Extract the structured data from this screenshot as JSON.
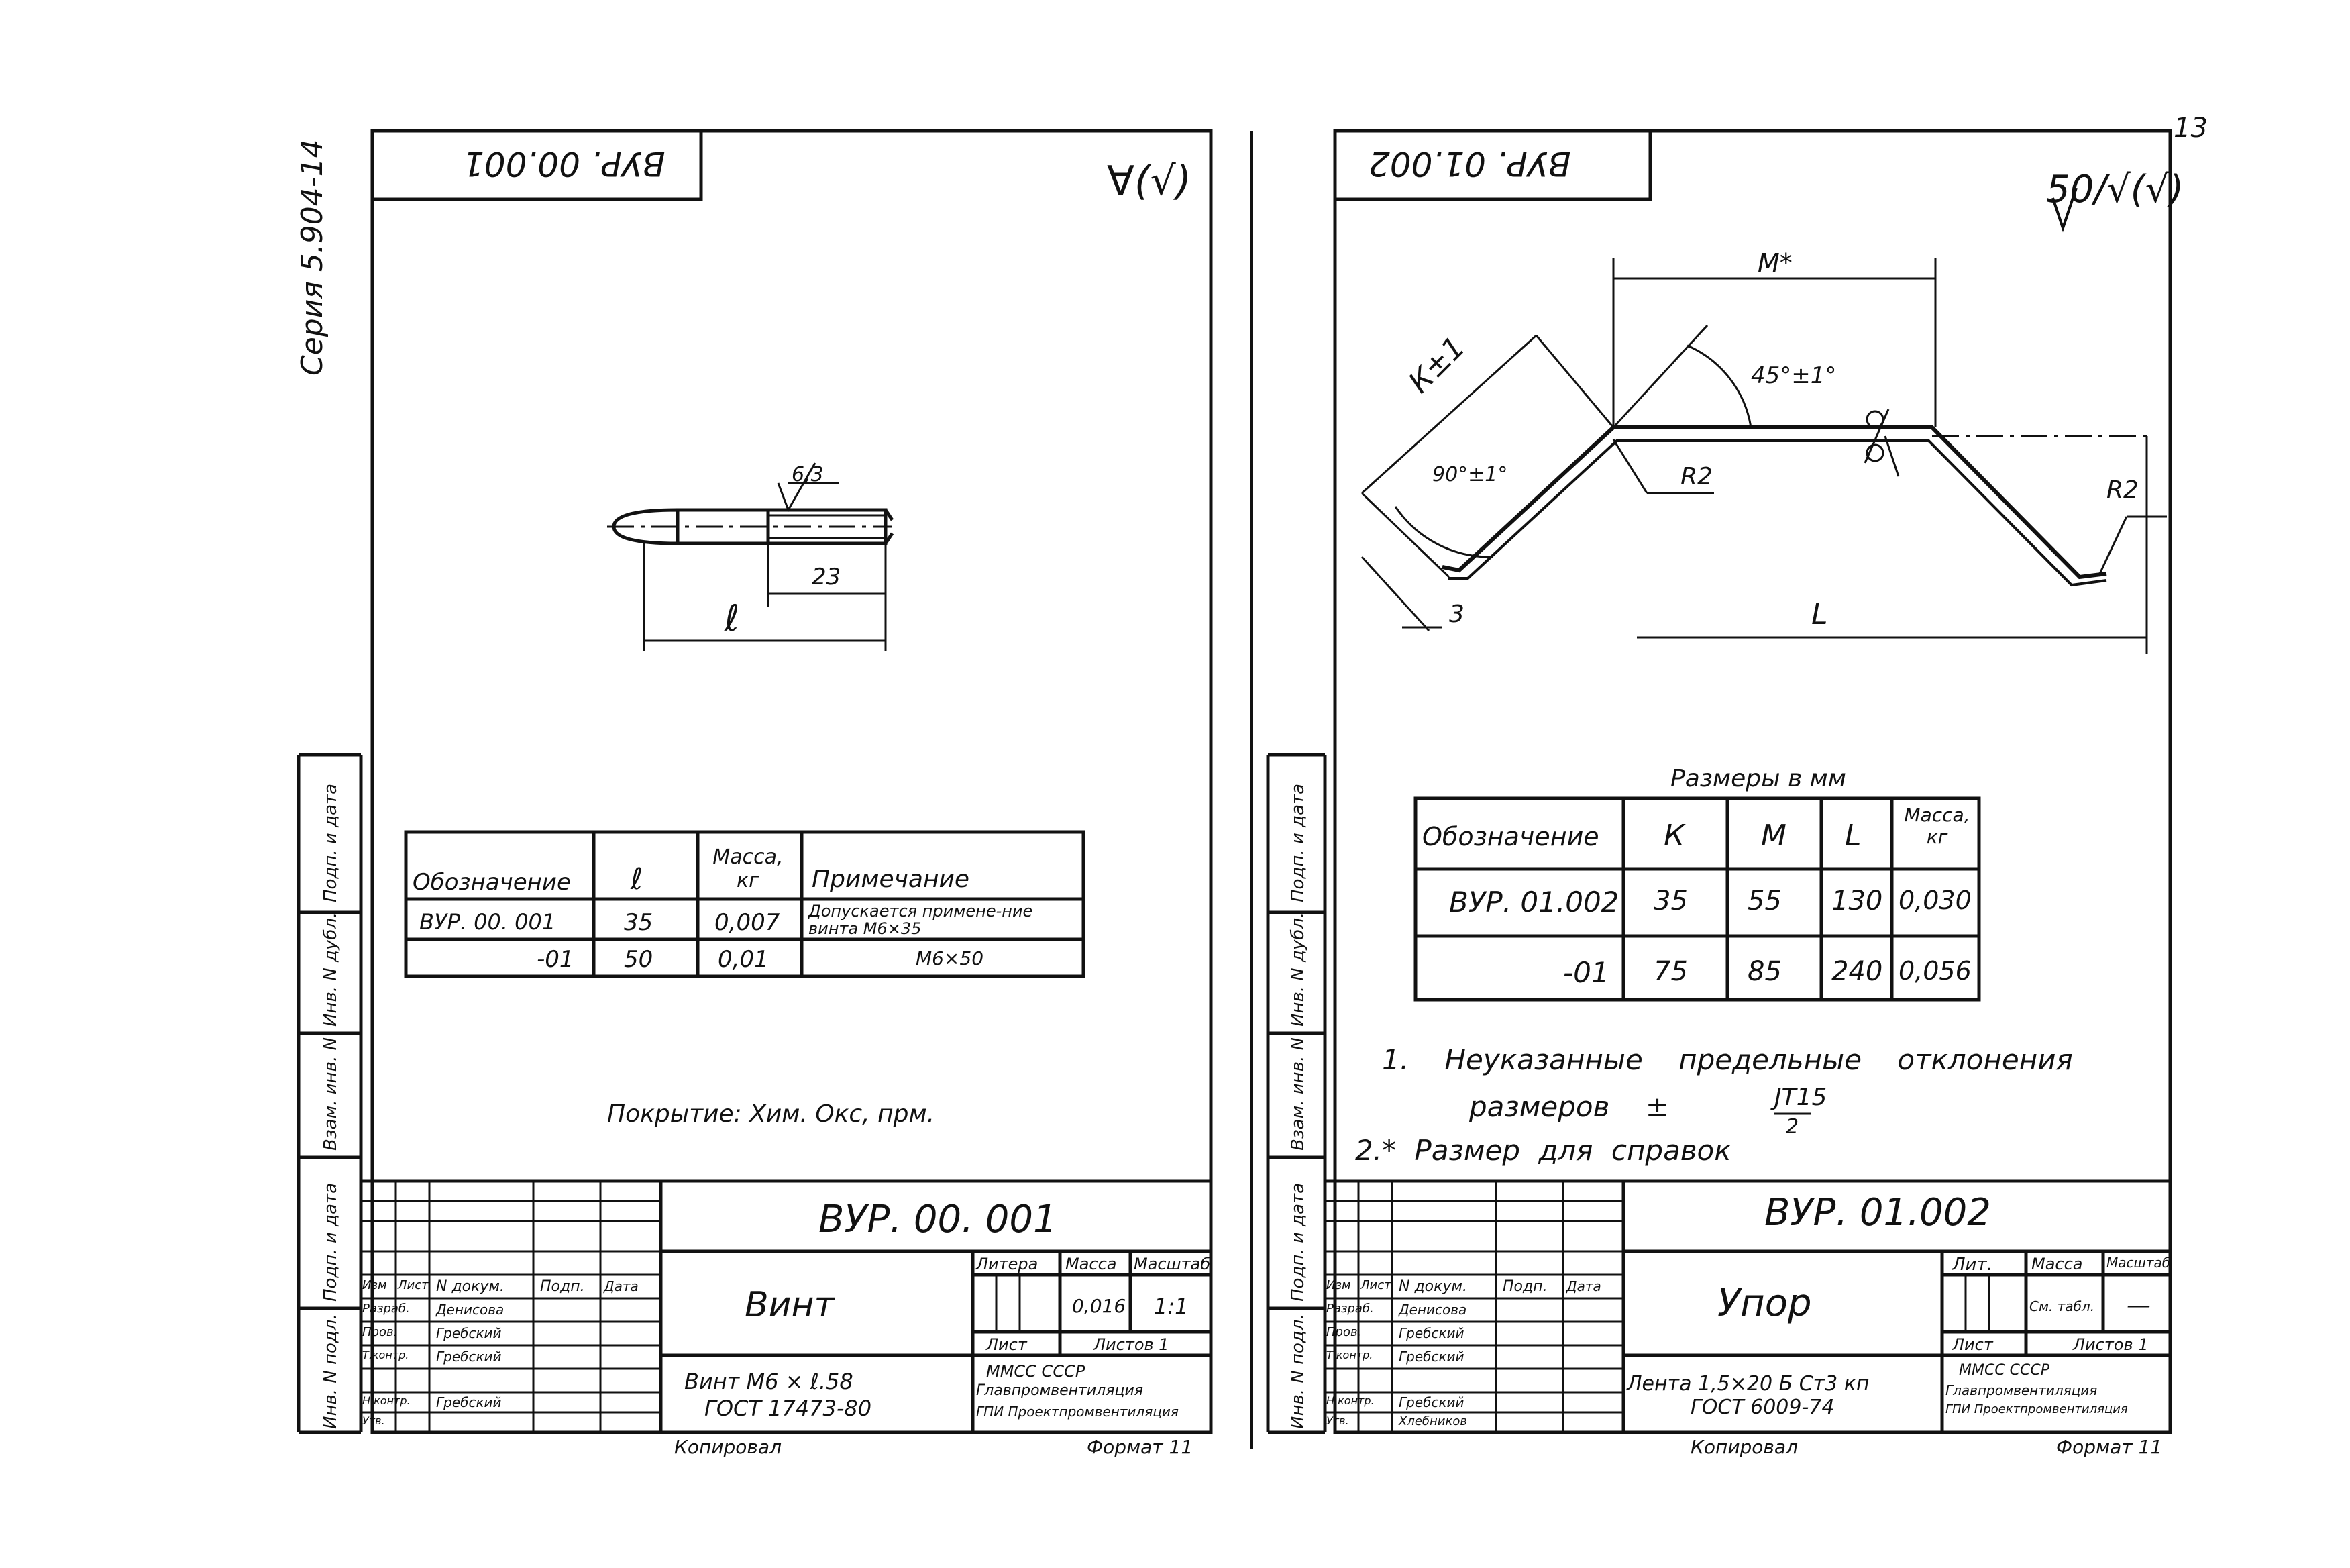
{
  "page_number": "13",
  "series_vertical": "Серия 5.904-14",
  "left": {
    "corner_code": "ВУР. 00.001",
    "roughness_mark": "∀(√)",
    "dims": {
      "thread_roughness": "6,3",
      "thread_length": "23",
      "length": "ℓ"
    },
    "table": {
      "headers": [
        "Обозначение",
        "ℓ",
        "Масса, кг",
        "Примечание"
      ],
      "rows": [
        [
          "ВУР. 00. 001",
          "35",
          "0,007",
          "Допускается примене-ние винта М6×35"
        ],
        [
          "-01",
          "50",
          "0,01",
          "М6×50"
        ]
      ]
    },
    "coating": "Покрытие: Хим. Окс, прм.",
    "title_block": {
      "code": "ВУР. 00. 001",
      "name": "Винт",
      "material_line1": "Винт М6 × ℓ.58",
      "material_line2": "ГОСТ 17473-80",
      "org_line1": "ММСС СССР",
      "org_line2": "Главпромвентиляция",
      "org_line3": "ГПИ Проектпромвентиляция",
      "col_litera": "Литера",
      "col_massa": "Масса",
      "col_masshtab": "Масштаб",
      "mass_value": "0,016",
      "scale_value": "1:1",
      "list": "Лист",
      "listov": "Листов 1",
      "copied": "Копировал",
      "format": "Формат 11",
      "sign_headers": [
        "Изм",
        "Лист",
        "N докум.",
        "Подп.",
        "Дата"
      ],
      "sign_names": [
        "Разраб.",
        "Денисова",
        "Пров.",
        "Гребский",
        "Т.контр.",
        "Гребский",
        "Н.контр.",
        "Гребский",
        "Утв.",
        ""
      ]
    }
  },
  "right": {
    "corner_code": "ВУР. 01.002",
    "roughness_mark": "50/√(√)",
    "dims": {
      "m": "М*",
      "k": "К±1",
      "angle45": "45°±1°",
      "angle90": "90°±1°",
      "r2a": "R2",
      "r2b": "R2",
      "three": "3",
      "length": "L"
    },
    "table_caption": "Размеры в мм",
    "table": {
      "headers": [
        "Обозначение",
        "К",
        "М",
        "L",
        "Масса, кг"
      ],
      "rows": [
        [
          "ВУР. 01.002",
          "35",
          "55",
          "130",
          "0,030"
        ],
        [
          "-01",
          "75",
          "85",
          "240",
          "0,056"
        ]
      ]
    },
    "note1": "1. Неуказанные предельные отклонения",
    "note1b": "размеров ±",
    "note1_frac_top": "JT15",
    "note1_frac_bottom": "2",
    "note2": "2.* Размер для справок",
    "title_block": {
      "code": "ВУР. 01.002",
      "name": "Упор",
      "material_line1": "Лента 1,5×20 Б Ст3 кп",
      "material_line2": "ГОСТ 6009-74",
      "org_line1": "ММСС СССР",
      "org_line2": "Главпромвентиляция",
      "org_line3": "ГПИ Проектпромвентиляция",
      "col_litera": "Лит.",
      "col_massa": "Масса",
      "col_masshtab": "Масштаб",
      "mass_value": "См. табл.",
      "scale_value": "—",
      "list": "Лист",
      "listov": "Листов 1",
      "copied": "Копировал",
      "format": "Формат 11",
      "sign_headers": [
        "Изм",
        "Лист",
        "N докум.",
        "Подп.",
        "Дата"
      ],
      "sign_names": [
        "Разраб.",
        "Денисова",
        "Пров.",
        "Гребский",
        "Т.контр.",
        "Гребский",
        "Н.контр.",
        "Гребский",
        "Утв.",
        "Хлебников"
      ]
    }
  },
  "side_labels": [
    "Подп. и дата",
    "Инв. N дубл.",
    "Взам. инв. N",
    "Подп. и дата",
    "Инв. N подл."
  ]
}
